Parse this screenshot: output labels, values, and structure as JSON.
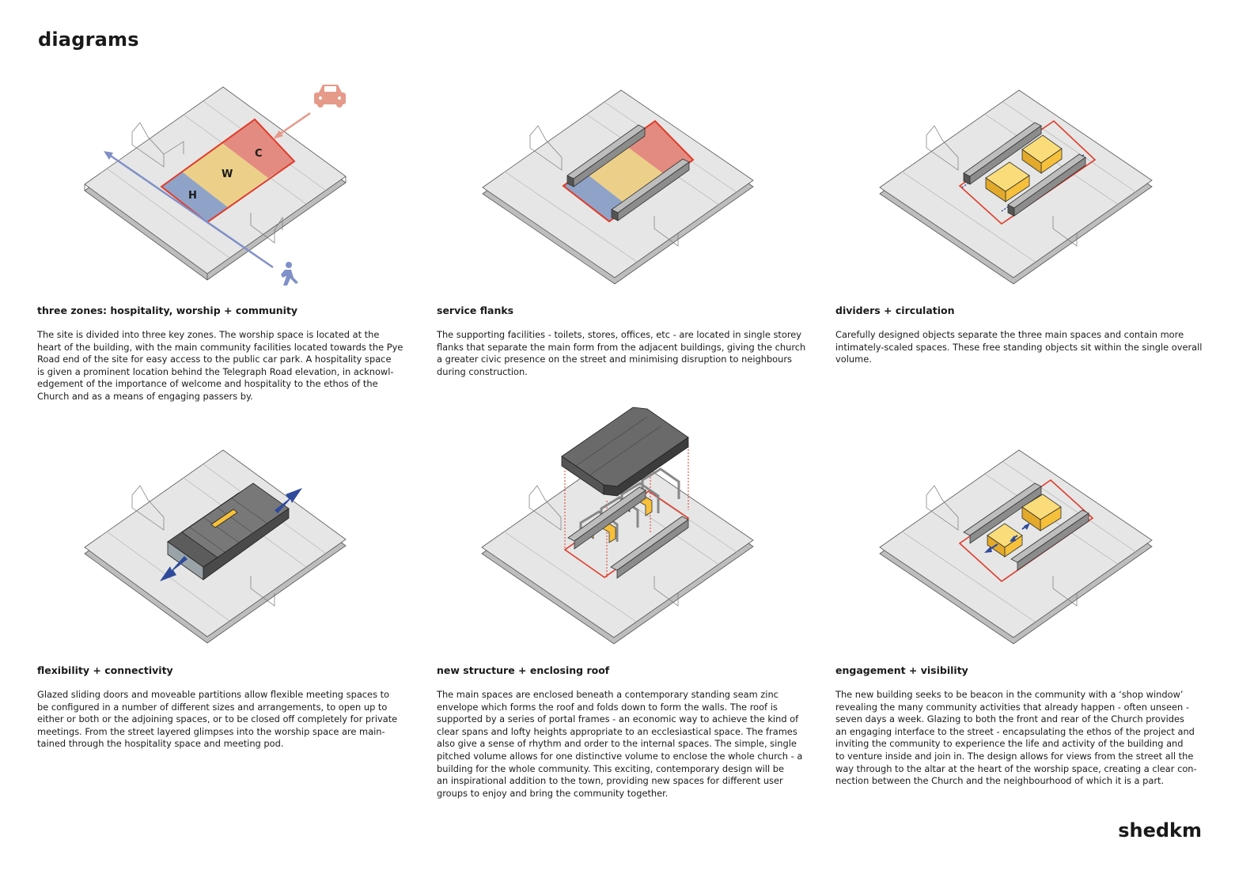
{
  "page": {
    "title": "diagrams",
    "brand": "shedkm"
  },
  "colors": {
    "site": "#e6e6e6",
    "site_side": "#bdbdbd",
    "hospitality": "#8fa3c8",
    "worship": "#ecd08a",
    "community": "#e38b80",
    "boundary": "#e03b2a",
    "object": "#f6c03a",
    "flank": "#8c8c8c",
    "roof": "#6a6a6a",
    "arrow_blue": "#2e4a9b",
    "car": "#e59a8a",
    "walk": "#8090c8"
  },
  "panels": [
    {
      "title": "three zones: hospitality, worship + community",
      "zones": {
        "h": "H",
        "w": "W",
        "c": "C"
      },
      "icons": [
        "car-icon",
        "pedestrian-icon"
      ],
      "body": [
        "The site is divided into three key zones. The worship space is located at the",
        "heart of the building, with the main community facilities located towards the Pye",
        "Road end of the site for easy access to the public car park. A hospitality space",
        "is given a prominent location behind the Telegraph Road elevation, in acknowl-",
        "edgement of the importance of welcome and hospitality to the ethos of the",
        "Church and as a means of engaging passers by."
      ]
    },
    {
      "title": "service flanks",
      "body": [
        "The supporting facilities - toilets, stores, offices, etc - are located in single storey",
        "flanks that separate the main form from the adjacent buildings, giving the church",
        "a greater civic presence on the street and minimising disruption to neighbours",
        "during construction."
      ]
    },
    {
      "title": "dividers + circulation",
      "body": [
        "Carefully designed objects separate the three main spaces and contain more",
        "intimately-scaled spaces. These free standing objects sit within the single overall",
        "volume."
      ]
    },
    {
      "title": "flexibility + connectivity",
      "body": [
        "Glazed sliding doors and moveable partitions allow flexible meeting spaces to",
        "be configured in a number of different sizes and arrangements, to open up to",
        "either or both or the adjoining spaces, or to be closed off completely for private",
        "meetings. From the street layered glimpses into the worship space are main-",
        "tained through the hospitality space and meeting pod."
      ]
    },
    {
      "title": "new structure + enclosing roof",
      "body": [
        "The main spaces are enclosed beneath a contemporary standing seam zinc",
        "envelope which forms the roof and folds down to form the walls. The roof is",
        "supported by a series of portal frames - an economic way to achieve the kind of",
        "clear spans and lofty heights appropriate to an ecclesiastical space. The frames",
        "also give a sense of rhythm and order to the internal spaces. The simple, single",
        "pitched volume allows for one distinctive volume to enclose the whole church - a",
        "building for the whole community. This exciting, contemporary design will be",
        "an inspirational addition to the town, providing new spaces for different user",
        "groups to enjoy and bring the community together."
      ]
    },
    {
      "title": "engagement + visibility",
      "body": [
        "The new building seeks to be beacon in the community with a ‘shop window’",
        "revealing the many community activities that already happen - often unseen -",
        "seven days a week. Glazing to both the front and rear of the Church provides",
        "an engaging interface to the street - encapsulating the ethos of the project and",
        "inviting the community to experience the life and activity of the building and",
        "to venture inside and join in. The design allows for views from the street all the",
        "way through to the altar at the heart of the worship space, creating a clear con-",
        "nection between the Church and the neighbourhood of which it is a part."
      ]
    }
  ]
}
